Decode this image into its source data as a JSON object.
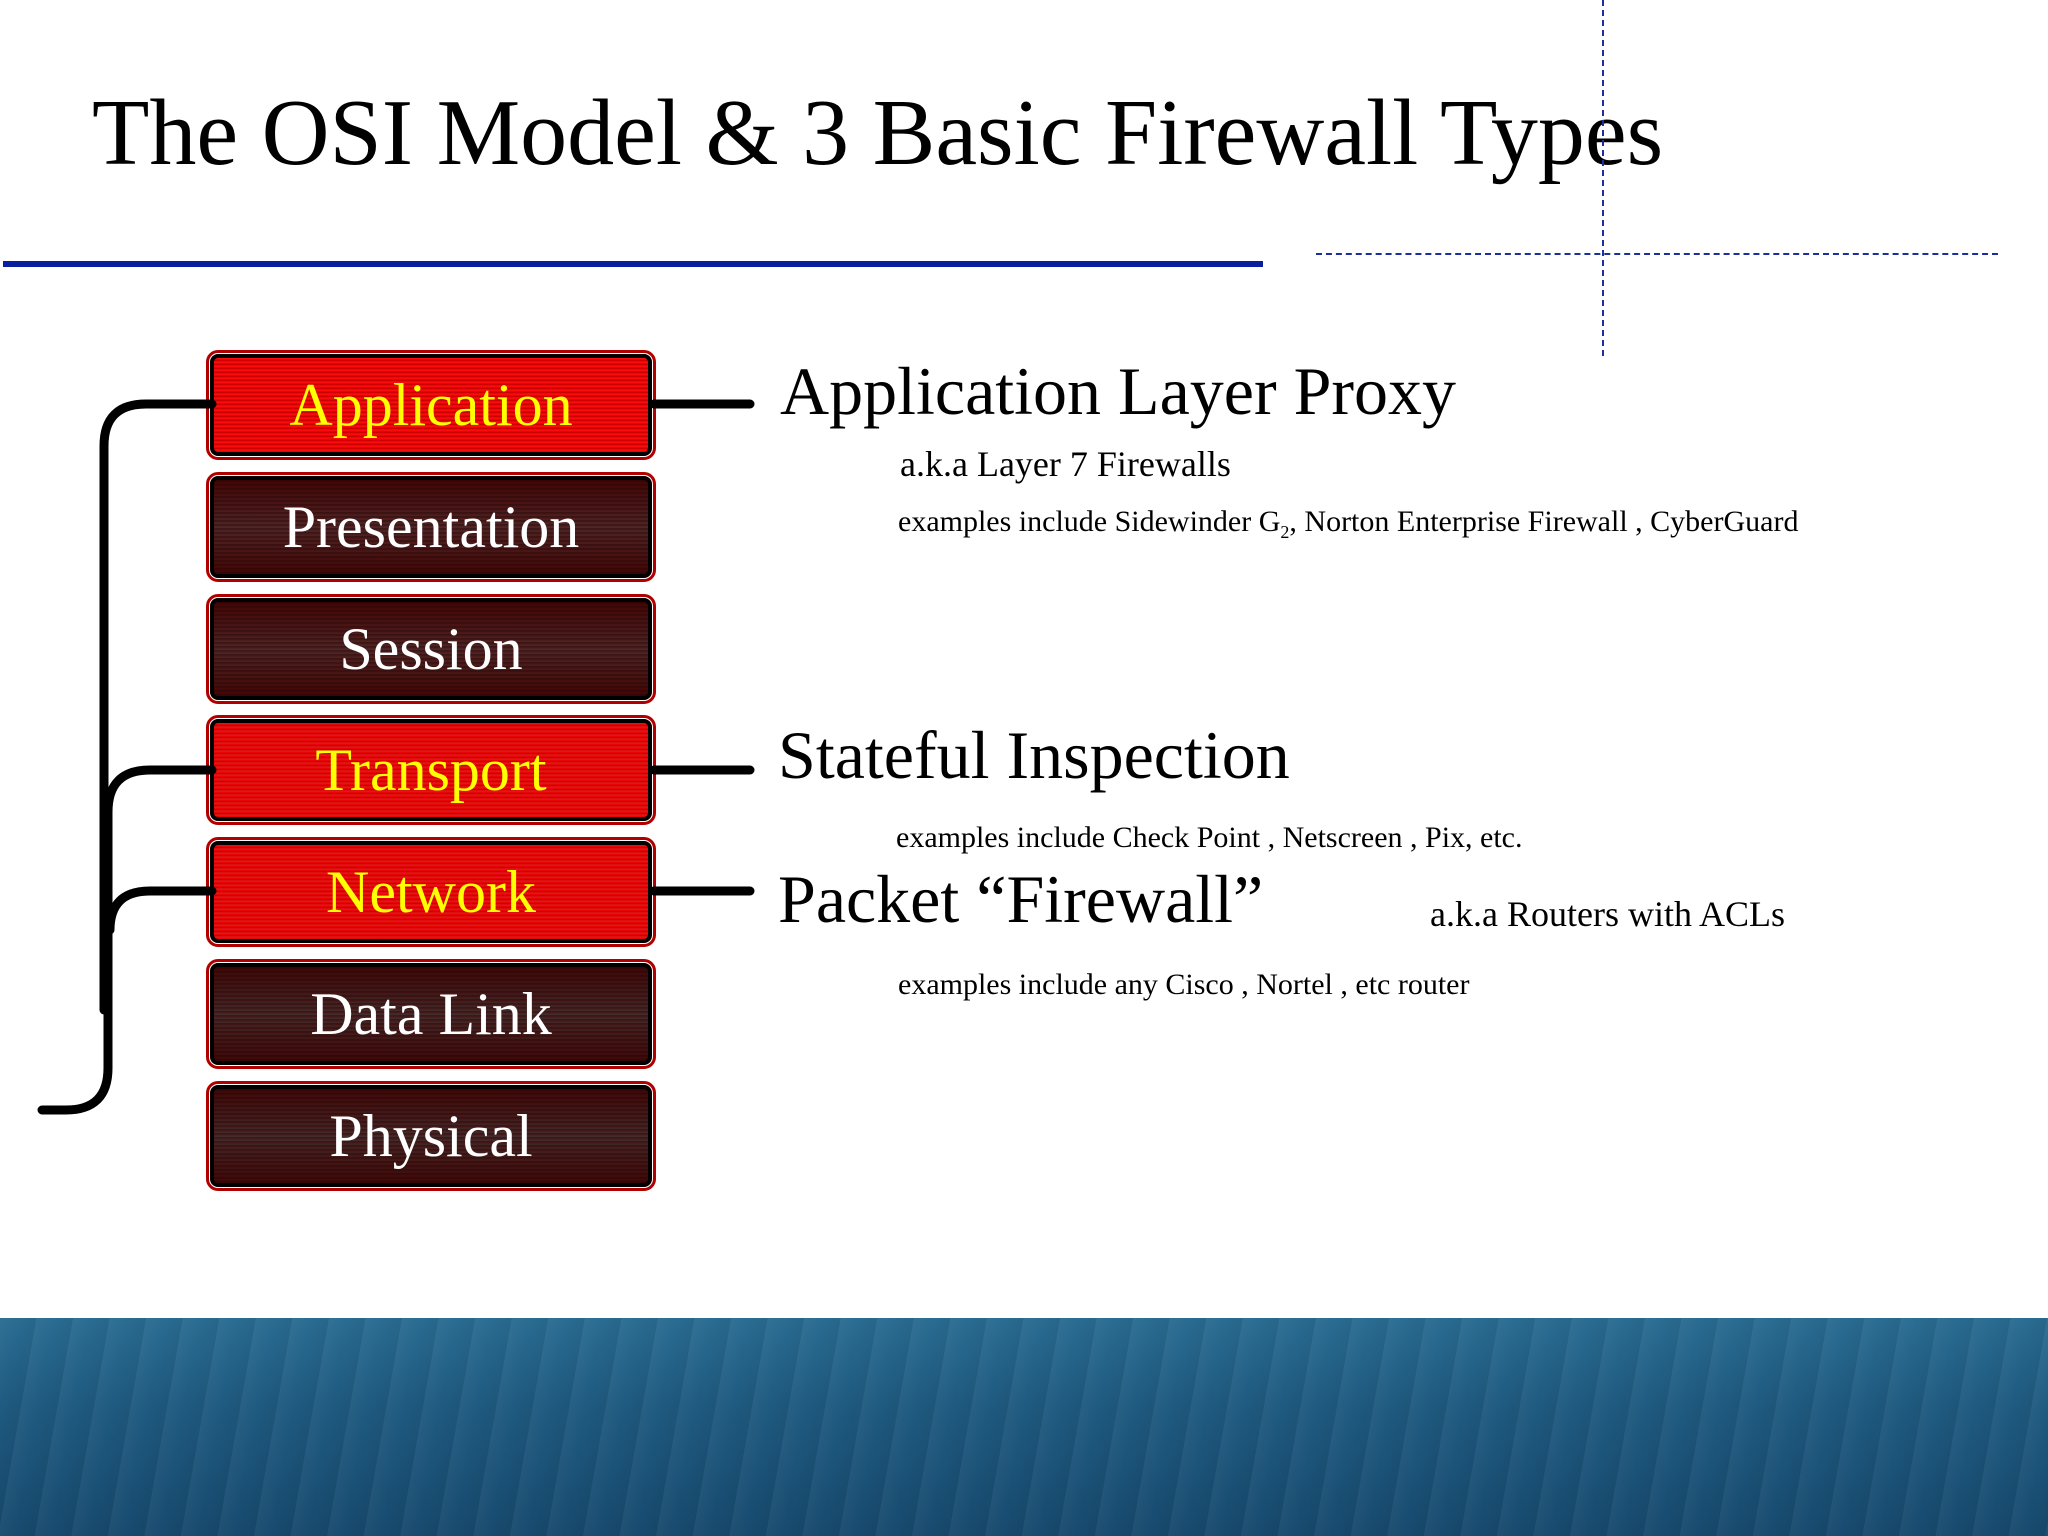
{
  "title": "The OSI Model & 3 Basic Firewall Types",
  "layers": [
    {
      "label": "Application",
      "highlight": true
    },
    {
      "label": "Presentation",
      "highlight": false
    },
    {
      "label": "Session",
      "highlight": false
    },
    {
      "label": "Transport",
      "highlight": true
    },
    {
      "label": "Network",
      "highlight": true
    },
    {
      "label": "Data Link",
      "highlight": false
    },
    {
      "label": "Physical",
      "highlight": false
    }
  ],
  "firewalls": {
    "app_proxy": {
      "heading": "Application Layer Proxy",
      "aka": "a.k.a Layer 7 Firewalls",
      "examples_prefix": "examples include Sidewinder G",
      "examples_sub": "2",
      "examples_rest": ", Norton Enterprise Firewall , CyberGuard"
    },
    "stateful": {
      "heading": "Stateful Inspection",
      "examples": "examples include Check Point , Netscreen , Pix, etc."
    },
    "packet": {
      "heading": "Packet “Firewall”",
      "aka": "a.k.a Routers with ACLs",
      "examples": "examples include any Cisco , Nortel , etc router"
    }
  },
  "colors": {
    "highlight_bg": "#e00000",
    "highlight_text": "#ffff00",
    "normal_text": "#ffffff",
    "rule": "#0a1f9e",
    "footer": "#1f5a80"
  }
}
